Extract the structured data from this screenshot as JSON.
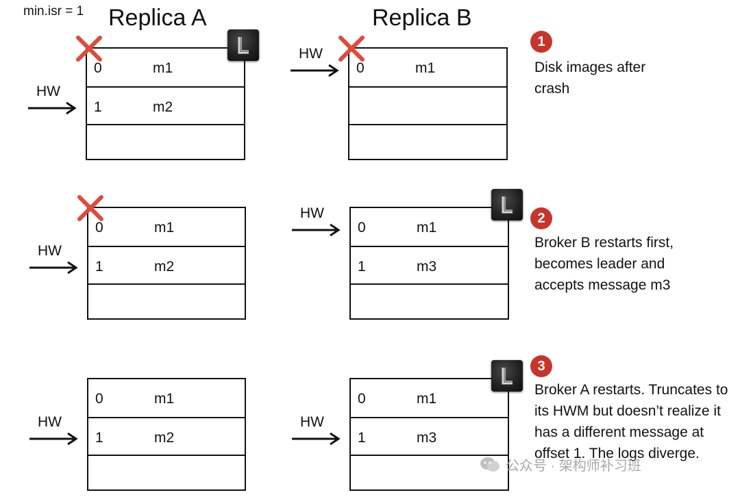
{
  "config_label": "min.isr = 1",
  "replica_a_title": "Replica A",
  "replica_b_title": "Replica B",
  "hw_label": "HW",
  "leader_glyph": "L",
  "colors": {
    "crash_mark": "#e04a3a",
    "badge": "#c7342b"
  },
  "steps": [
    {
      "number": "1",
      "description": "Disk images after crash",
      "replica_a": {
        "entries": [
          {
            "offset": "0",
            "message": "m1"
          },
          {
            "offset": "1",
            "message": "m2"
          }
        ],
        "crashed": true,
        "leader": true,
        "hw_at_offset": "1"
      },
      "replica_b": {
        "entries": [
          {
            "offset": "0",
            "message": "m1"
          }
        ],
        "crashed": true,
        "leader": false,
        "hw_at_offset": "0"
      }
    },
    {
      "number": "2",
      "description": "Broker B restarts first, becomes leader and accepts message m3",
      "replica_a": {
        "entries": [
          {
            "offset": "0",
            "message": "m1"
          },
          {
            "offset": "1",
            "message": "m2"
          }
        ],
        "crashed": true,
        "leader": false,
        "hw_at_offset": "1"
      },
      "replica_b": {
        "entries": [
          {
            "offset": "0",
            "message": "m1"
          },
          {
            "offset": "1",
            "message": "m3"
          }
        ],
        "crashed": false,
        "leader": true,
        "hw_at_offset": "0"
      }
    },
    {
      "number": "3",
      "description": "Broker A restarts. Truncates to its HWM but doesn’t realize it has a different message at offset 1. The logs diverge.",
      "replica_a": {
        "entries": [
          {
            "offset": "0",
            "message": "m1"
          },
          {
            "offset": "1",
            "message": "m2"
          }
        ],
        "crashed": false,
        "leader": false,
        "hw_at_offset": "1"
      },
      "replica_b": {
        "entries": [
          {
            "offset": "0",
            "message": "m1"
          },
          {
            "offset": "1",
            "message": "m3"
          }
        ],
        "crashed": false,
        "leader": true,
        "hw_at_offset": "1"
      }
    }
  ],
  "watermark": "公众号 · 架构师补习班"
}
